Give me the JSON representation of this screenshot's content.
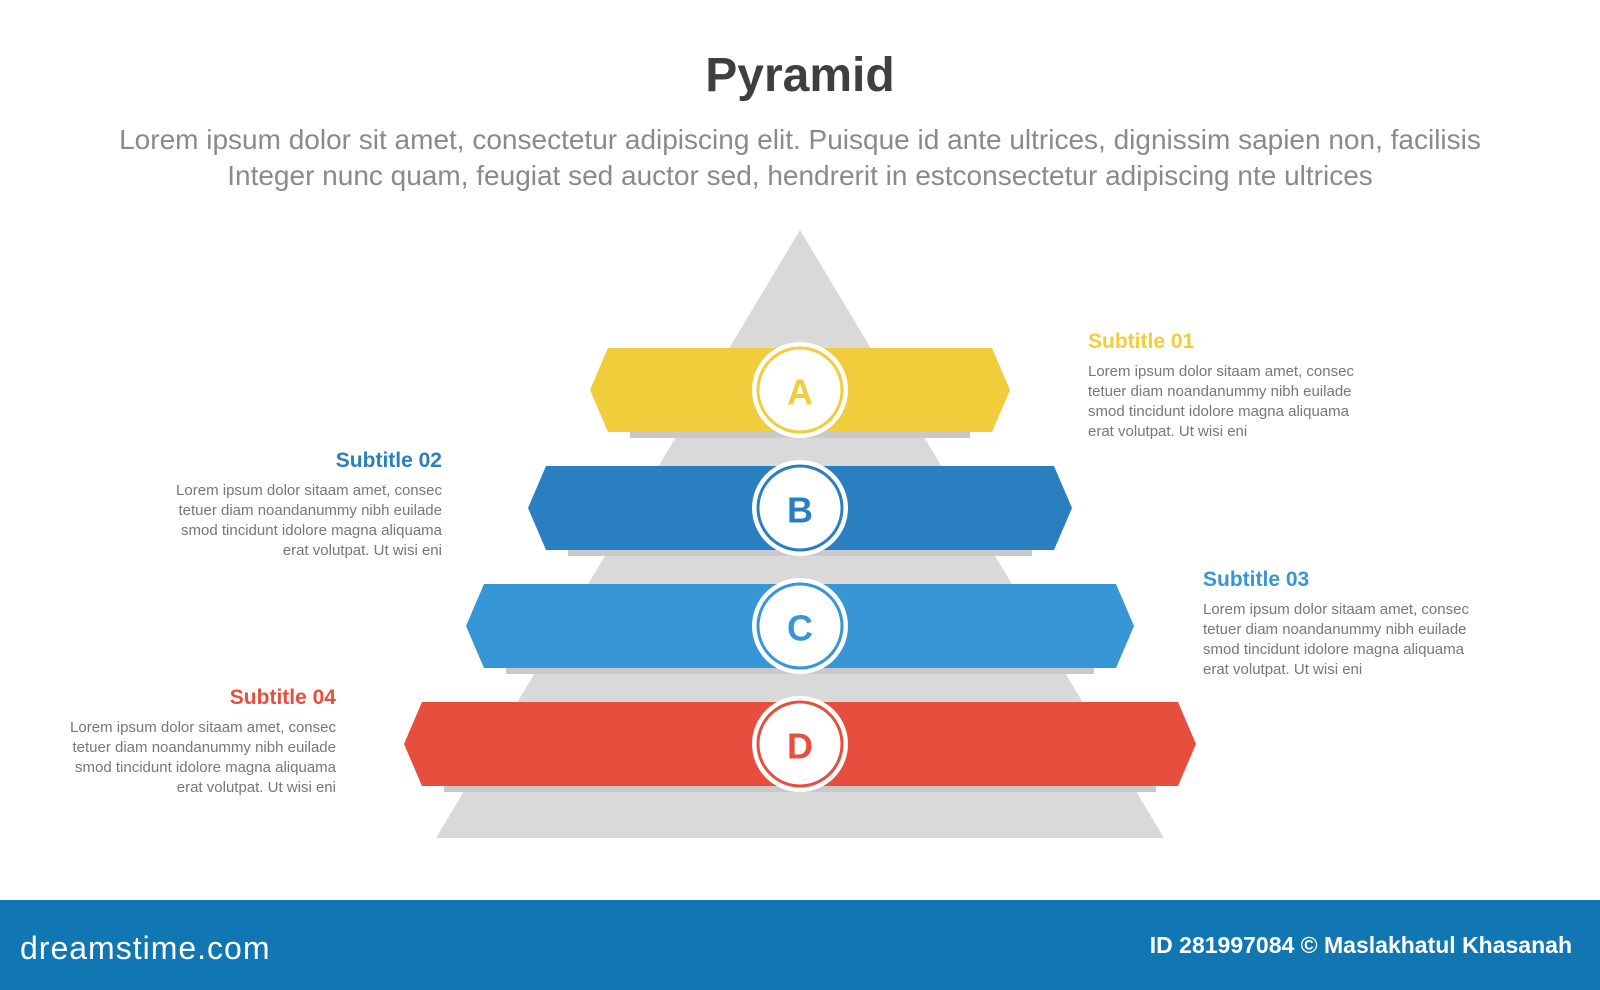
{
  "title": "Pyramid",
  "description": [
    "Lorem ipsum dolor sit amet, consectetur adipiscing elit. Puisque id ante ultrices, dignissim sapien non, facilisis",
    "Integer nunc quam, feugiat sed auctor sed, hendrerit in estconsectetur adipiscing nte ultrices"
  ],
  "colors": {
    "pyramid": "#d9d9d9",
    "shadow": "#c9c9c9",
    "yellow": "#f2cd3b",
    "dark_blue": "#2a7fc0",
    "light_blue": "#3797d6",
    "red": "#e84e3d",
    "title": "#3f3f3f",
    "footer": "#1177b3"
  },
  "levels": [
    {
      "letter": "A",
      "color": "#f2cd3b",
      "subtitle": "Subtitle 01",
      "side": "right",
      "body": [
        "Lorem ipsum dolor sitaam amet, consec",
        "tetuer diam noandanummy nibh euilade",
        "smod tincidunt idolore magna aliquama",
        "erat volutpat. Ut wisi eni"
      ]
    },
    {
      "letter": "B",
      "color": "#2a7fc0",
      "subtitle": "Subtitle 02",
      "side": "left",
      "body": [
        "Lorem ipsum dolor sitaam amet, consec",
        "tetuer diam noandanummy nibh euilade",
        "smod tincidunt idolore magna aliquama",
        "erat volutpat. Ut wisi eni"
      ]
    },
    {
      "letter": "C",
      "color": "#3797d6",
      "subtitle": "Subtitle 03",
      "side": "right",
      "body": [
        "Lorem ipsum dolor sitaam amet, consec",
        "tetuer diam noandanummy nibh euilade",
        "smod tincidunt idolore magna aliquama",
        "erat volutpat. Ut wisi eni"
      ]
    },
    {
      "letter": "D",
      "color": "#e84e3d",
      "subtitle": "Subtitle 04",
      "side": "left",
      "body": [
        "Lorem ipsum dolor sitaam amet, consec",
        "tetuer diam noandanummy nibh euilade",
        "smod tincidunt idolore magna aliquama",
        "erat volutpat. Ut wisi eni"
      ]
    }
  ],
  "footer": {
    "logo": "dreamstime.com",
    "credit": "ID 281997084 © Maslakhatul Khasanah"
  }
}
